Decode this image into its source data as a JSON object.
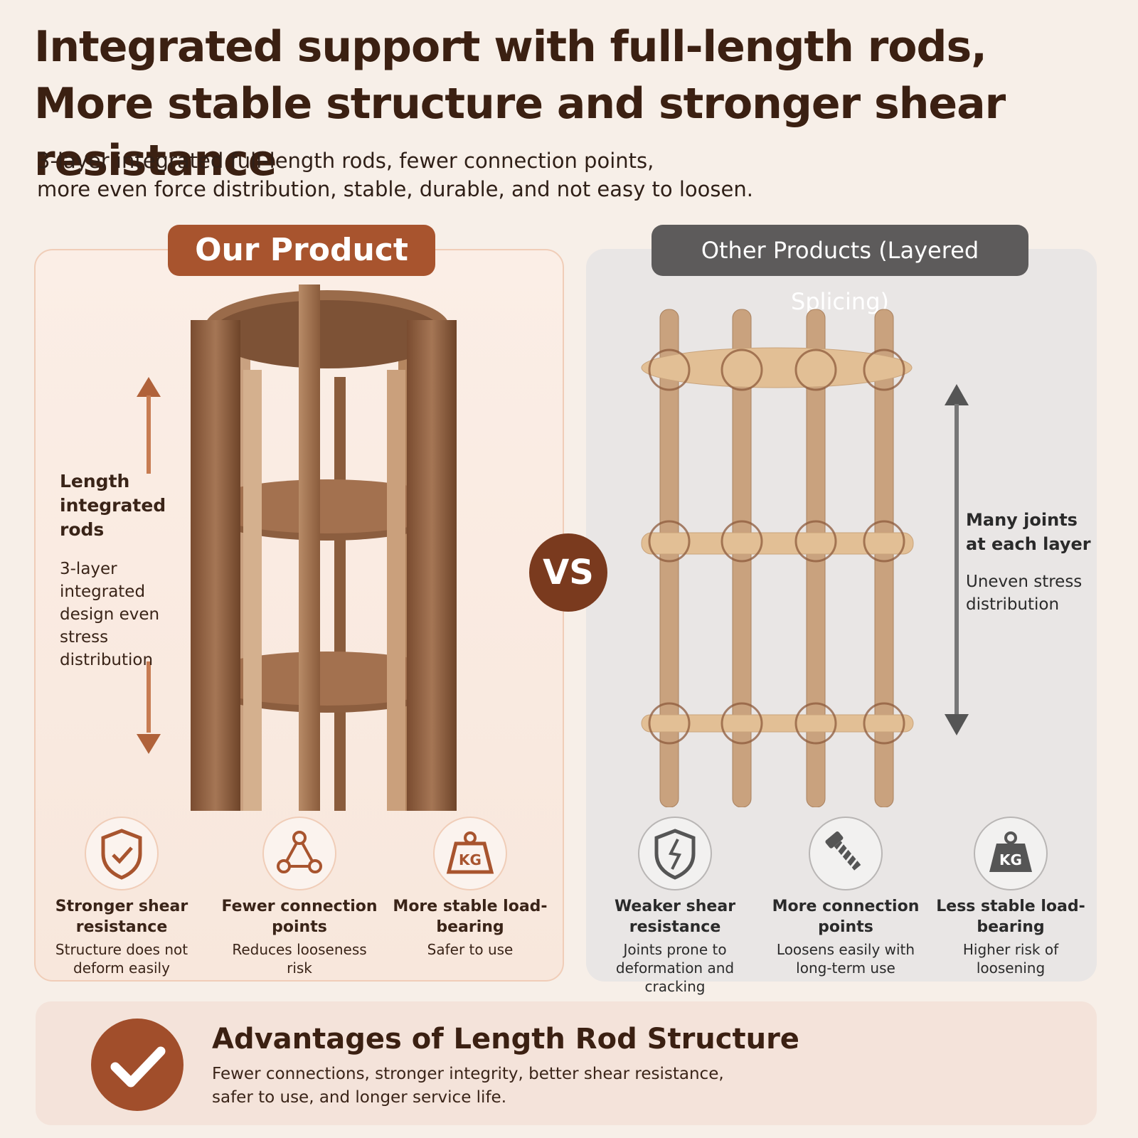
{
  "headline": {
    "line1": "Integrated support with full-length rods,",
    "line2": "More stable structure and stronger shear resistance"
  },
  "subheadline": {
    "line1": "3-layer integrated full-length rods, fewer connection points,",
    "line2": "more even force distribution, stable, durable, and not easy to loosen."
  },
  "left_panel": {
    "badge": "Our Product",
    "callout_title": "Length integrated rods",
    "callout_body": "3-layer integrated design even stress distribution",
    "features": [
      {
        "icon": "shield-check-icon",
        "title": "Stronger shear resistance",
        "desc": "Structure does not deform easily"
      },
      {
        "icon": "triangle-nodes-icon",
        "title": "Fewer connection points",
        "desc": "Reduces looseness risk"
      },
      {
        "icon": "kg-weight-icon",
        "title": "More stable load-bearing",
        "desc": "Safer to use"
      }
    ]
  },
  "vs_label": "VS",
  "right_panel": {
    "badge": "Other Products (Layered Splicing)",
    "callout_title": "Many joints at each layer",
    "callout_body": "Uneven stress distribution",
    "features": [
      {
        "icon": "shield-cracked-icon",
        "title": "Weaker shear resistance",
        "desc": "Joints prone to deformation and cracking"
      },
      {
        "icon": "screw-icon",
        "title": "More connection points",
        "desc": "Loosens easily with long-term use"
      },
      {
        "icon": "kg-weight-icon",
        "title": "Less stable load-bearing",
        "desc": "Higher risk of loosening"
      }
    ]
  },
  "bottom_banner": {
    "title": "Advantages of Length Rod Structure",
    "line1": "Fewer connections, stronger integrity, better shear resistance,",
    "line2": "safer to use, and longer service life."
  },
  "colors": {
    "background": "#f7efe8",
    "accent_brown": "#a8542e",
    "dark_brown": "#3b2012",
    "gray_badge": "#5d5b5b"
  }
}
